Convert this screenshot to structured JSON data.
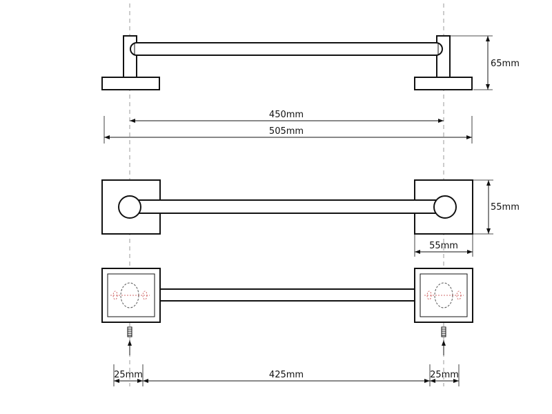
{
  "dimensions": {
    "height_side": "65mm",
    "center_distance": "450mm",
    "overall_length": "505mm",
    "plate_height": "55mm",
    "plate_width": "55mm",
    "left_offset": "25mm",
    "bar_length": "425mm",
    "right_offset": "25mm"
  },
  "colors": {
    "line": "#111111",
    "centerline": "#9a9a9a",
    "hole_marking": "#c23a3a"
  }
}
